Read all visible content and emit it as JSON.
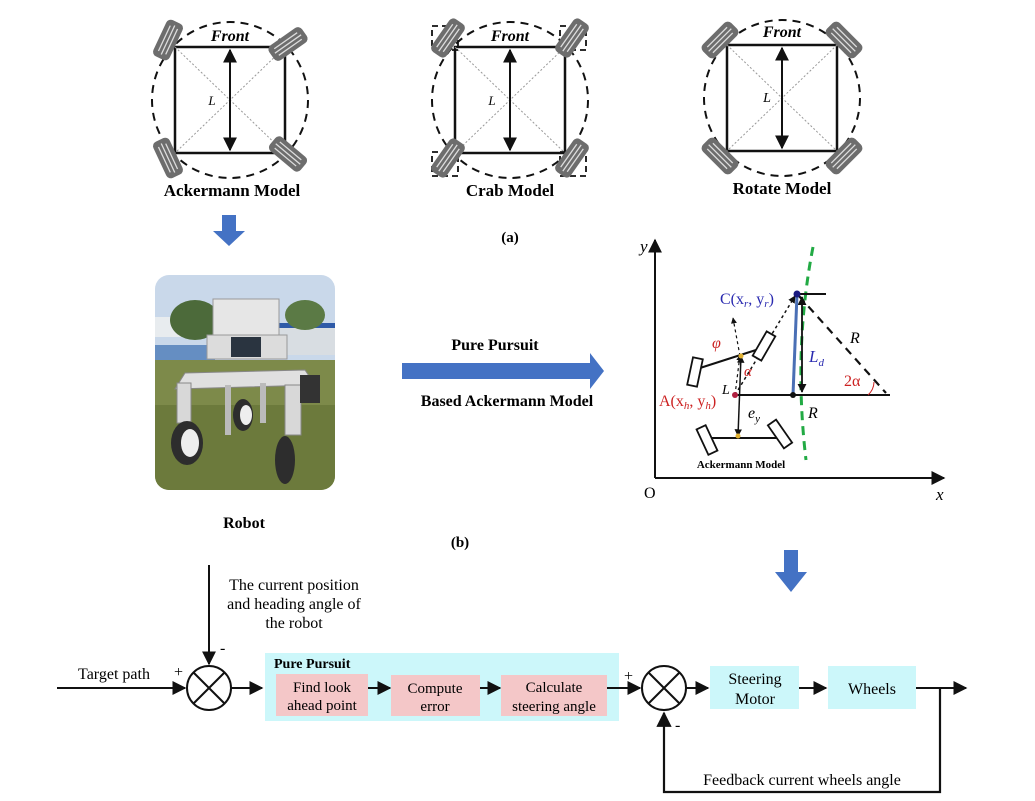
{
  "figure": {
    "panel_a": {
      "label": "(a)",
      "models": [
        {
          "name": "Ackermann Model",
          "front_label": "Front",
          "length_label": "L",
          "variant": "ackermann"
        },
        {
          "name": "Crab Model",
          "front_label": "Front",
          "length_label": "L",
          "variant": "crab"
        },
        {
          "name": "Rotate Model",
          "front_label": "Front",
          "length_label": "L",
          "variant": "rotate"
        }
      ]
    },
    "panel_b": {
      "label": "(b)",
      "robot_label": "Robot",
      "arrow_top_label": "Pure Pursuit",
      "arrow_bottom_label": "Based Ackermann Model",
      "geometry": {
        "axis_x": "x",
        "axis_y": "y",
        "origin": "O",
        "point_c": "C(x",
        "point_c_sub1": "r",
        "point_c_mid": ", y",
        "point_c_sub2": "r",
        "point_c_end": ")",
        "point_a": "A(x",
        "point_a_sub1": "h",
        "point_a_mid": ", y",
        "point_a_sub2": "h",
        "point_a_end": ")",
        "phi": "φ",
        "alpha": "α",
        "two_alpha": "2α",
        "L": "L",
        "Ld": "L",
        "Ld_sub": "d",
        "R_top": "R",
        "R_bottom": "R",
        "ey": "e",
        "ey_sub": "y",
        "model_label": "Ackermann Model"
      }
    },
    "control_diagram": {
      "target_path": "Target path",
      "feedback_note": [
        "The current position",
        "and heading angle of",
        "the robot"
      ],
      "plus": "+",
      "minus": "-",
      "pure_pursuit_title": "Pure Pursuit",
      "blocks": [
        {
          "lines": [
            "Find look",
            "ahead point"
          ]
        },
        {
          "lines": [
            "Compute",
            "error"
          ]
        },
        {
          "lines": [
            "Calculate",
            "steering angle"
          ]
        }
      ],
      "steering_motor": [
        "Steering",
        "Motor"
      ],
      "wheels": "Wheels",
      "feedback_label": "Feedback current wheels angle"
    },
    "colors": {
      "arrow_blue": "#4472c4",
      "pure_pursuit_bg": "#ccf7fa",
      "block_pink": "#f4c7c8",
      "cyan_block": "#ccf7fa",
      "path_green": "#22aa44",
      "label_red": "#cc2222",
      "label_blue": "#2a2ab0",
      "ld_line_blue": "#4a6fb5"
    }
  }
}
